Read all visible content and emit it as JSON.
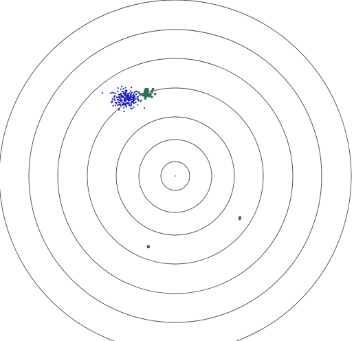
{
  "figure": {
    "background": "#ffffff",
    "ring_color": "#444444",
    "center_color": "#9aa7b8",
    "ring_count": 7,
    "shown_labels": []
  },
  "chart_data": {
    "type": "scatter",
    "title": "",
    "xlabel": "",
    "ylabel": "",
    "grid": false,
    "legend": "none",
    "series": [
      {
        "color": "#1a1ad6",
        "marker": "dot",
        "cluster_center": [
          -0.28,
          0.44
        ],
        "spread": [
          0.07,
          0.05
        ],
        "count": 220
      },
      {
        "color": "#2f6d5a",
        "marker": "small-square",
        "cluster_center": [
          -0.16,
          0.47
        ],
        "spread": [
          0.03,
          0.025
        ],
        "count": 40
      },
      {
        "color": "#2f6d5a",
        "marker": "small-square",
        "points": [
          [
            0.37,
            -0.24
          ],
          [
            -0.15,
            -0.4
          ]
        ]
      }
    ]
  }
}
